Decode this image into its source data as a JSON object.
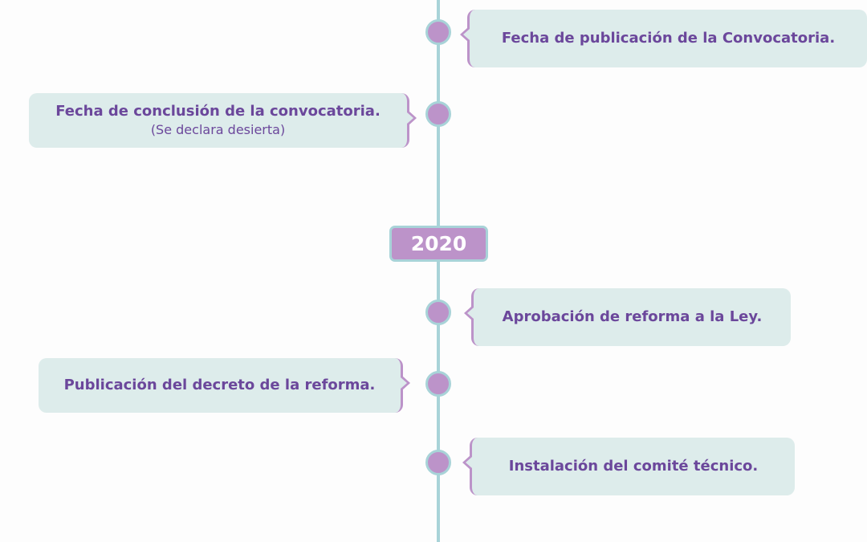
{
  "timeline": {
    "events": [
      {
        "title": "Fecha de publicación de la Convocatoria.",
        "side": "right"
      },
      {
        "title": "Fecha de conclusión de la convocatoria.",
        "subtitle": "(Se declara desierta)",
        "side": "left"
      },
      {
        "title": "Aprobación de reforma a la Ley.",
        "side": "right"
      },
      {
        "title": "Publicación del decreto de la reforma.",
        "side": "left"
      },
      {
        "title": "Instalación del comité técnico.",
        "side": "right"
      }
    ],
    "year_marker": "2020"
  },
  "colors": {
    "axis": "#a8d3d8",
    "dot": "#bc93c9",
    "card": "#ddeceb",
    "text": "#6b479b",
    "year_bg": "#bc93c9",
    "year_text": "#ffffff"
  }
}
